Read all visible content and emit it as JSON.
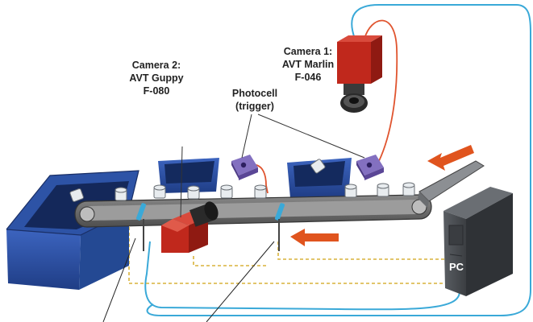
{
  "labels": {
    "camera1": [
      "Camera 1:",
      "AVT Marlin",
      "F-046"
    ],
    "camera2": [
      "Camera 2:",
      "AVT Guppy",
      "F-080"
    ],
    "photocell": [
      "Photocell",
      "(trigger)"
    ],
    "pc": "PC"
  },
  "colors": {
    "conveyor": "#6d6d6d",
    "bin": "#2a4fa0",
    "camera_body": "#c0281c",
    "photocell": "#6b52a8",
    "pc": "#4a4d52",
    "arrow": "#e0541e",
    "cable_blue": "#3aa9d8",
    "cable_red": "#e0542e",
    "cable_yellow": "#d9b23a"
  }
}
